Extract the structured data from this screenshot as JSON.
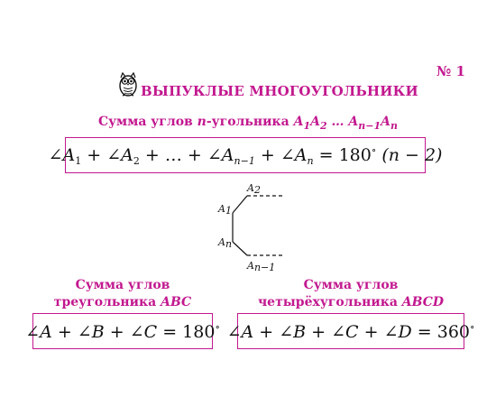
{
  "header": {
    "page_number": "№ 1",
    "title": "ВЫПУКЛЫЕ МНОГОУГОЛЬНИКИ",
    "subtitle_prefix": "Сумма углов",
    "subtitle_var": "n",
    "subtitle_suffix": "-угольника"
  },
  "main_formula": {
    "rhs": "= 180",
    "tail": "(n − 2)"
  },
  "diagram": {
    "labels": {
      "a2": "A",
      "a2_sub": "2",
      "a1": "A",
      "a1_sub": "1",
      "an": "A",
      "an_sub": "n",
      "an1": "A",
      "an1_sub": "n−1"
    }
  },
  "triangle": {
    "caption_line1": "Сумма углов",
    "caption_line2": "треугольника",
    "name": "ABC",
    "rhs": "= 180"
  },
  "quadrilateral": {
    "caption_line1": "Сумма углов",
    "caption_line2": "четырёхугольника",
    "name": "ABCD",
    "rhs": "= 360"
  },
  "colors": {
    "accent": "#c2188f"
  }
}
